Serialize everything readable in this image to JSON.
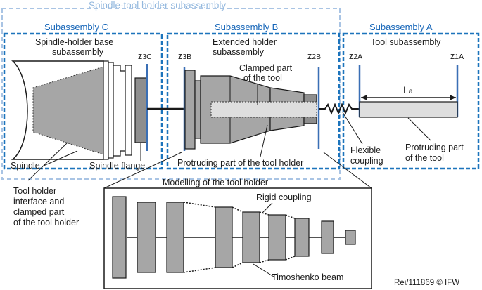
{
  "outer_title": "Spindle-tool holder subassembly",
  "subassembly_c": {
    "header": "Subassembly C",
    "title_line1": "Spindle-holder base",
    "title_line2": "subassembly",
    "z_label": "z",
    "z_sub": "3C",
    "spindle": "Spindle",
    "spindle_flange": "Spindle flange"
  },
  "subassembly_b": {
    "header": "Subassembly B",
    "title_line1": "Extended holder",
    "title_line2": "subassembly",
    "z_left": "z",
    "z_left_sub": "3B",
    "z_right": "z",
    "z_right_sub": "2B",
    "clamped_line1": "Clamped part",
    "clamped_line2": "of the tool",
    "protruding_holder": "Protruding part of the tool holder"
  },
  "subassembly_a": {
    "header": "Subassembly A",
    "title": "Tool subassembly",
    "z_left": "z",
    "z_left_sub": "2A",
    "z_right": "z",
    "z_right_sub": "1A",
    "length": "L",
    "length_sub": "a",
    "protruding_tool_line1": "Protruding part",
    "protruding_tool_line2": "of the tool"
  },
  "coupling": {
    "line1": "Flexible",
    "line2": "coupling"
  },
  "interface_label": {
    "line1": "Tool holder",
    "line2": "interface and",
    "line3": "clamped part",
    "line4": "of the tool holder"
  },
  "modelling": {
    "title": "Modelling of the tool holder",
    "rigid_coupling": "Rigid coupling",
    "timoshenko": "Timoshenko beam"
  },
  "credit": "Rei/111869 © IFW",
  "colors": {
    "dashed_blue": "#1c74bc",
    "outer_dashed": "#a9c4e4",
    "header_blue": "#1565b8",
    "part_gray": "#a6a6a6",
    "dark_gray": "#7a7a7a",
    "light_gray": "#dedede",
    "z_line_blue": "#3a6fb5"
  }
}
